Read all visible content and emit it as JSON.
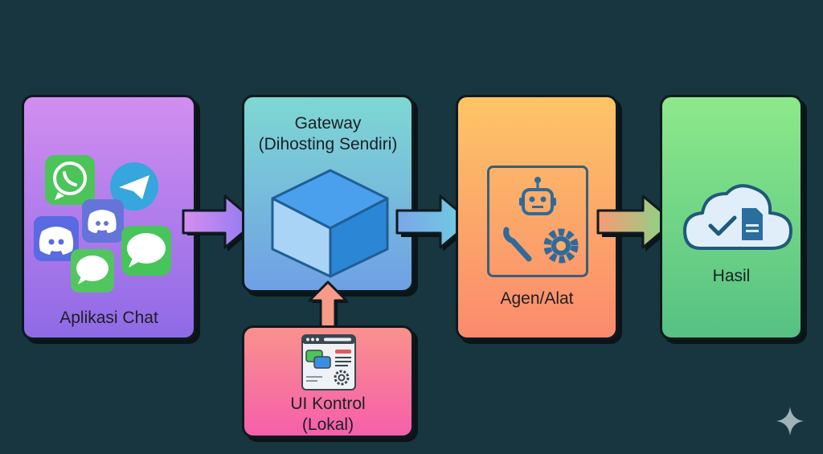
{
  "diagram": {
    "nodes": [
      {
        "id": "chat-apps",
        "label": "Aplikasi Chat",
        "icons": [
          "whatsapp-icon",
          "telegram-icon",
          "discord-icon",
          "discord-icon",
          "imessage-icon",
          "imessage-icon"
        ],
        "color_top": "#d28ef0",
        "color_bottom": "#8f6ae6"
      },
      {
        "id": "gateway",
        "label_line1": "Gateway",
        "label_line2": "(Dihosting Sendiri)",
        "icon": "cube-icon",
        "color_top": "#7ed8d2",
        "color_bottom": "#6fa0e4"
      },
      {
        "id": "control-ui",
        "label_line1": "UI Kontrol",
        "label_line2": "(Lokal)",
        "icon": "control-panel-icon",
        "color_top": "#f8918c",
        "color_bottom": "#f65fab"
      },
      {
        "id": "agents-tools",
        "label": "Agen/Alat",
        "icons": [
          "robot-icon",
          "wrench-icon",
          "gear-icon"
        ],
        "color_top": "#fdc566",
        "color_bottom": "#fb8a6d"
      },
      {
        "id": "results",
        "label": "Hasil",
        "icon": "cloud-check-document-icon",
        "color_top": "#8de98a",
        "color_bottom": "#55c183"
      }
    ],
    "edges": [
      {
        "from": "chat-apps",
        "to": "gateway",
        "direction": "right"
      },
      {
        "from": "gateway",
        "to": "agents-tools",
        "direction": "right"
      },
      {
        "from": "agents-tools",
        "to": "results",
        "direction": "right"
      },
      {
        "from": "control-ui",
        "to": "gateway",
        "direction": "up"
      }
    ],
    "background": "#173640",
    "watermark": "sparkle-icon"
  }
}
